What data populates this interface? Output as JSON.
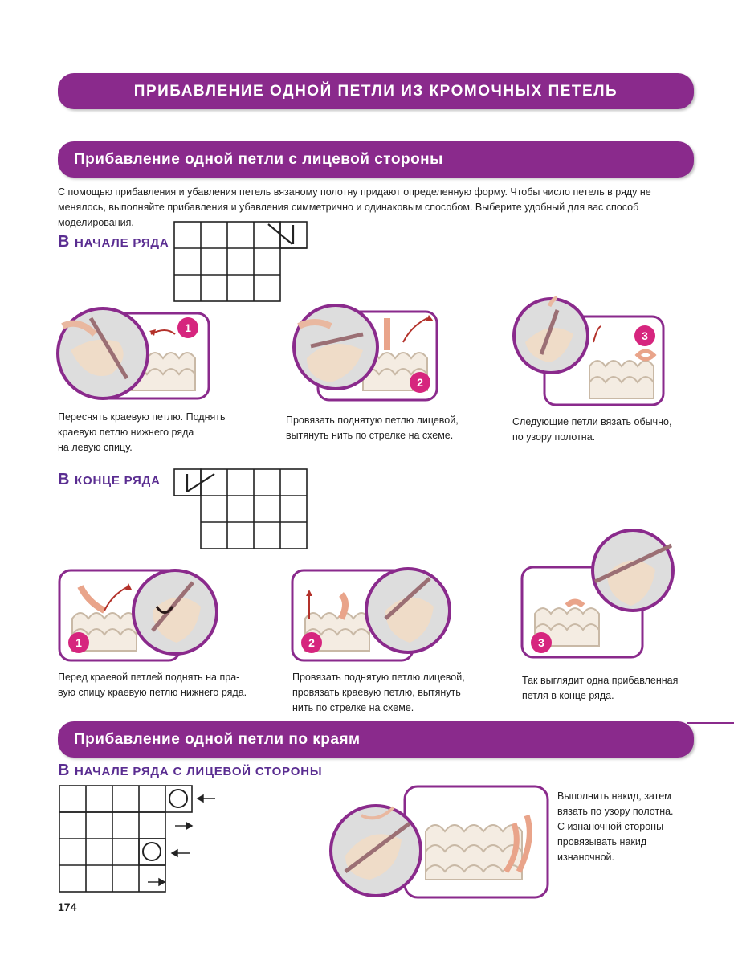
{
  "banners": {
    "main": "ПРИБАВЛЕНИЕ ОДНОЙ ПЕТЛИ ИЗ КРОМОЧНЫХ ПЕТЕЛЬ",
    "section1": "Прибавление одной петли с лицевой стороны",
    "section2": "Прибавление одной петли по краям"
  },
  "intro": "С помощью прибавления и убавления петель вязаному полотну придают определенную форму. Чтобы число петель в ряду не менялось, выполняйте прибавления и убавления симметрично и одинаковым способом. Выберите удобный для вас способ моделирования.",
  "headings": {
    "start_cap": "В",
    "start_rest": "НАЧАЛЕ РЯДА",
    "end_cap": "В",
    "end_rest": "КОНЦЕ РЯДА",
    "face_cap": "В",
    "face_rest": "НАЧАЛЕ РЯДА С ЛИЦЕВОЙ СТОРОНЫ"
  },
  "steps_start": [
    {
      "num": "1",
      "caption": [
        "Переснять краевую петлю. Поднять",
        "краевую петлю нижнего ряда",
        "на левую спицу."
      ]
    },
    {
      "num": "2",
      "caption": [
        "Провязать поднятую петлю лицевой,",
        "вытянуть нить по стрелке на схеме."
      ]
    },
    {
      "num": "3",
      "caption": [
        "Следующие петли вязать обычно,",
        "по узору полотна."
      ]
    }
  ],
  "steps_end": [
    {
      "num": "1",
      "caption": [
        "Перед краевой петлей поднять на пра-",
        "вую спицу краевую петлю нижнего ряда."
      ]
    },
    {
      "num": "2",
      "caption": [
        "Провязать поднятую петлю лицевой,",
        "провязать краевую петлю, вытянуть",
        "нить по стрелке на схеме."
      ]
    },
    {
      "num": "3",
      "caption": [
        "Так выглядит одна прибавленная",
        "петля в конце ряда."
      ]
    }
  ],
  "face_caption": [
    "Выполнить накид, затем",
    "вязать по узору полотна.",
    "С изнаночной стороны",
    "провязывать накид",
    "изнаночной."
  ],
  "page_number": "174",
  "colors": {
    "accent": "#8a2a8c",
    "heading": "#5a2d91",
    "badge": "#d6257e",
    "yarn": "#e9a48a",
    "knit": "#efdcc8"
  }
}
